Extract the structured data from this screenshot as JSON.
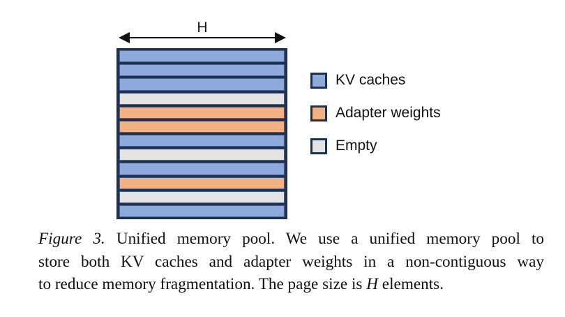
{
  "figure": {
    "width_label": "H",
    "rows": [
      "kv",
      "kv",
      "kv",
      "empty",
      "adapter",
      "adapter",
      "kv",
      "empty",
      "kv",
      "adapter",
      "empty",
      "kv"
    ],
    "colors": {
      "kv": "#8eaadc",
      "adapter": "#f3b183",
      "empty": "#e4e4e4",
      "border": "#1c2f55"
    },
    "legend": [
      {
        "key": "kv",
        "label": "KV caches"
      },
      {
        "key": "adapter",
        "label": "Adapter weights"
      },
      {
        "key": "empty",
        "label": "Empty"
      }
    ]
  },
  "caption": {
    "label": "Figure 3.",
    "line1_rest": " Unified memory pool. We use a unified memory pool to",
    "line2": "store both KV caches and adapter weights in a non-contiguous way",
    "line3_a": "to reduce memory fragmentation. The page size is ",
    "line3_var": "H",
    "line3_b": " elements."
  }
}
